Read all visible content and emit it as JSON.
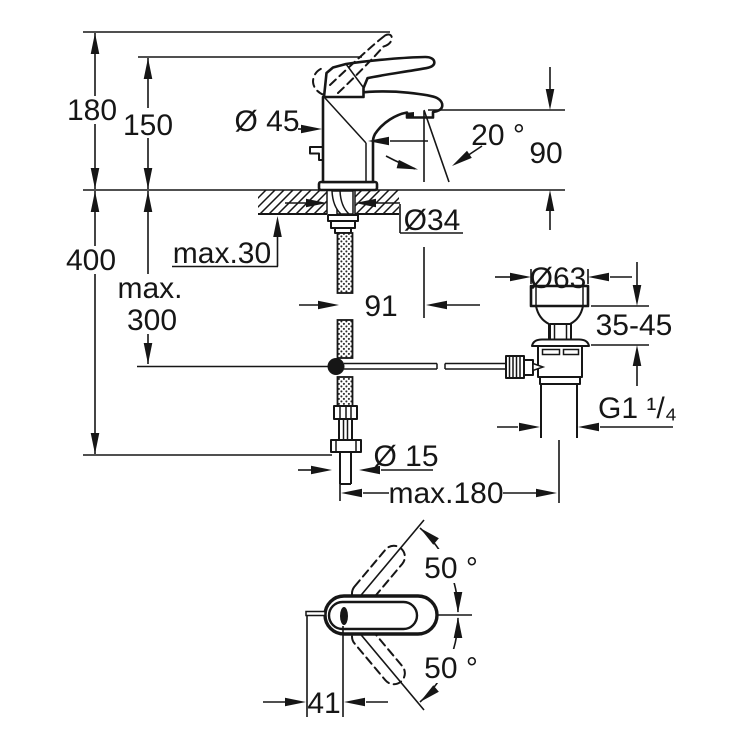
{
  "drawing": {
    "background": "#ffffff",
    "line_color": "#161616"
  },
  "dimensions": {
    "side": {
      "overall_height": "180",
      "lever_top_height": "150",
      "body_diameter": "Ø 45",
      "spout_angle": "20 °",
      "outlet_height": "90",
      "below_deck_depth": "400",
      "hose_length_line1": "max.",
      "hose_length_line2": "300",
      "deck_thickness_max": "max.30",
      "hole_diameter": "Ø34",
      "spout_reach": "91",
      "waste_top_diameter": "Ø63",
      "waste_clamp_range": "35-45",
      "waste_thread": "G1 ¹/₄",
      "supply_pipe_diameter": "Ø 15",
      "waste_max_offset": "max.180"
    },
    "plan": {
      "handle_swivel_up": "50 °",
      "handle_swivel_down": "50 °",
      "handle_offset": "41"
    }
  }
}
